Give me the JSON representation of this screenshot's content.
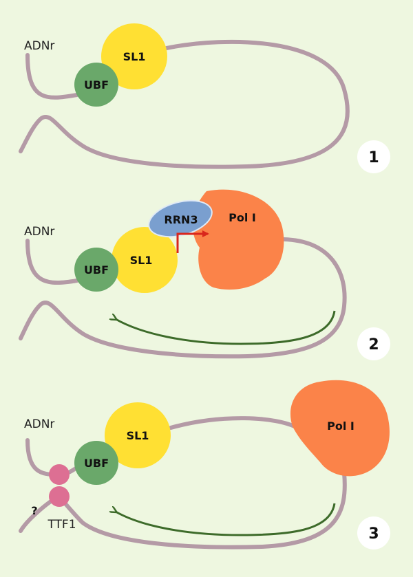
{
  "labels": {
    "dna": "ADNr",
    "ubf": "UBF",
    "sl1": "SL1",
    "rrn3": "RRN3",
    "pol1": "Pol I",
    "ttf1": "TTF1",
    "question": "?"
  },
  "steps": [
    "1",
    "2",
    "3"
  ],
  "colors": {
    "background": "#eef7e0",
    "dna_strand": "#b49aa6",
    "ubf": "#6aa86a",
    "sl1": "#ffe033",
    "rrn3": "#7a9fcf",
    "pol1": "#fb8349",
    "ttf1": "#dd6f93",
    "arrow_green": "#3d6b2a",
    "tss_arrow": "#d9261c"
  }
}
